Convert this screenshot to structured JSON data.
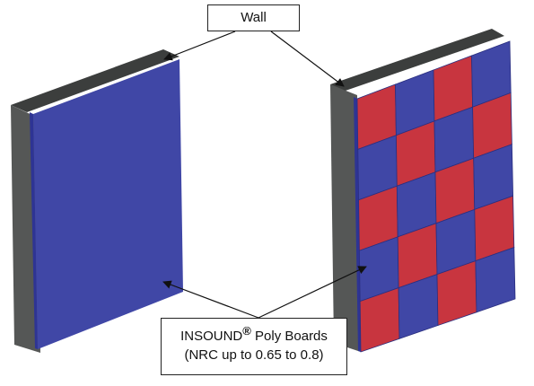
{
  "callouts": {
    "wall": {
      "label": "Wall"
    },
    "boards": {
      "brand": "INSOUND",
      "trademark": "®",
      "product": " Poly Boards",
      "spec": "(NRC up to 0.65 to 0.8)"
    }
  },
  "colors": {
    "wall_front": "#555756",
    "wall_top": "#3c3e3d",
    "wall_side": "#6c6e6d",
    "board_blue": "#4047a6",
    "board_blue_edge": "#2e3494",
    "board_red": "#c8353f",
    "board_red_edge": "#a02a32",
    "grid_line": "#2a2f80",
    "arrow": "#111111"
  },
  "checker": {
    "columns": 4,
    "rows": 5,
    "pattern": [
      [
        "red",
        "blue",
        "red",
        "blue"
      ],
      [
        "blue",
        "red",
        "blue",
        "red"
      ],
      [
        "red",
        "blue",
        "red",
        "blue"
      ],
      [
        "blue",
        "red",
        "blue",
        "red"
      ],
      [
        "red",
        "blue",
        "red",
        "blue"
      ]
    ]
  },
  "icons": {
    "arrow": "arrow-pointer-icon"
  }
}
